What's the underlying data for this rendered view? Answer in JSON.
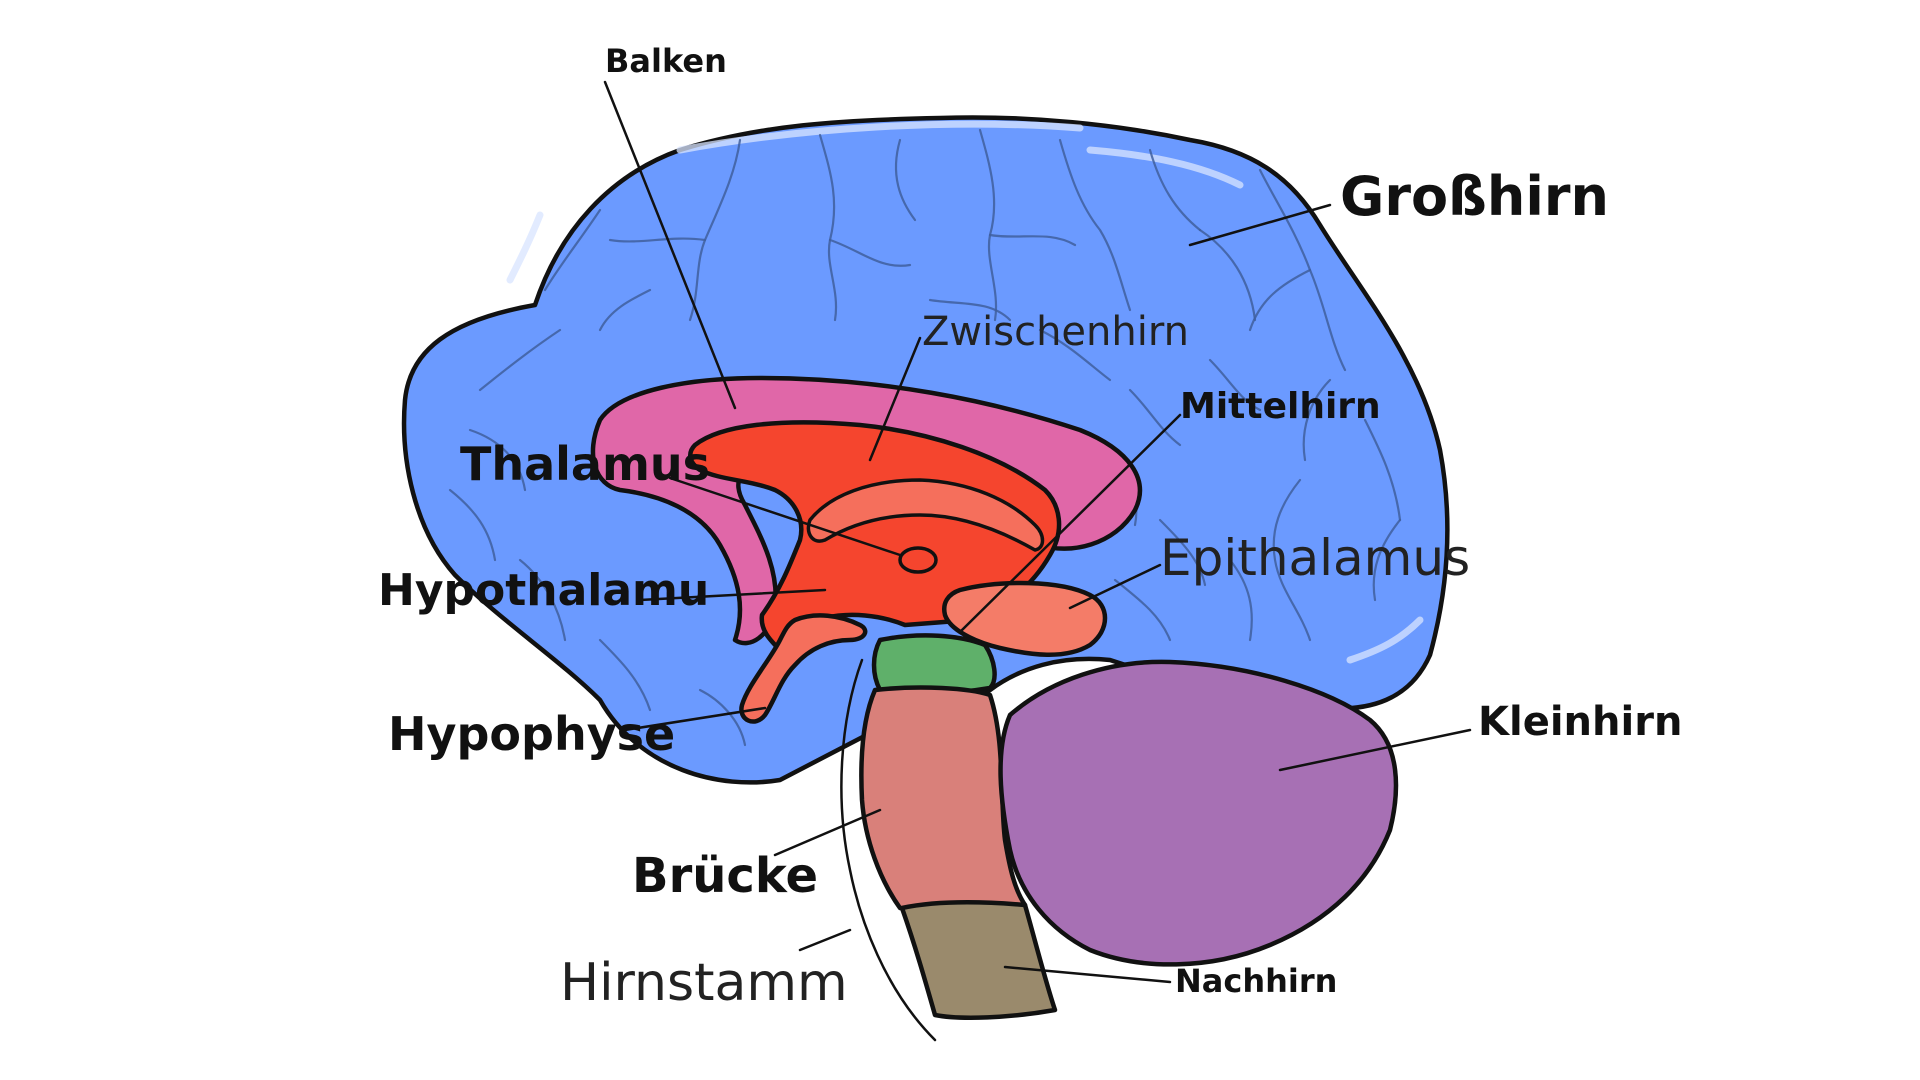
{
  "labels": {
    "balken": "Balken",
    "grosshirn": "Großhirn",
    "zwischenhirn": "Zwischenhirn",
    "mittelhirn": "Mittelhirn",
    "thalamus": "Thalamus",
    "epithalamus": "Epithalamus",
    "hypothalamus": "Hypothalamu",
    "hypophyse": "Hypophyse",
    "kleinhirn": "Kleinhirn",
    "bruecke": "Brücke",
    "hirnstamm": "Hirnstamm",
    "nachhirn": "Nachhirn"
  },
  "colors": {
    "grosshirn": "#6b9aff",
    "balken": "#e067a8",
    "zwischenhirn": "#f5452e",
    "thalamus_region": "#f56f5c",
    "epithalamus": "#f47c68",
    "mittelhirn": "#5fb06a",
    "bruecke": "#d9807a",
    "kleinhirn": "#a770b4",
    "nachhirn": "#9a8a6c",
    "outline": "#111111",
    "sulci": "#3f5f9e"
  }
}
